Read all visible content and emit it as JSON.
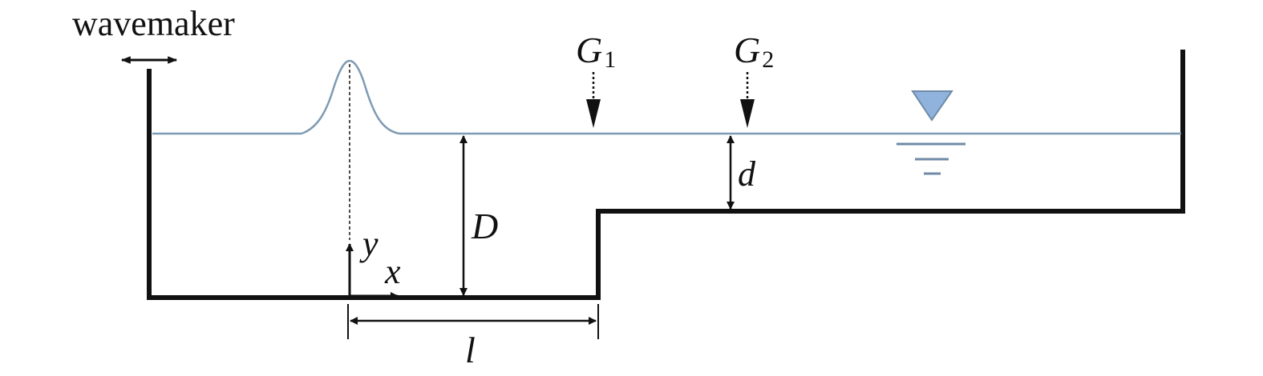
{
  "labels": {
    "wavemaker": "wavemaker",
    "gauge1": "G",
    "gauge1_sub": "1",
    "gauge2": "G",
    "gauge2_sub": "2",
    "depth_deep": "D",
    "depth_shallow": "d",
    "axis_y": "y",
    "axis_x": "x",
    "step_distance": "l"
  },
  "colors": {
    "structure": "#111111",
    "water_line": "#7f9bb3",
    "water_symbol_fill": "#8fb3dd",
    "water_symbol_lines": "#6f8aa6"
  },
  "icons": {
    "water_level": "inverted-triangle-water-level-icon",
    "wavemaker_motion": "double-arrow-icon"
  }
}
